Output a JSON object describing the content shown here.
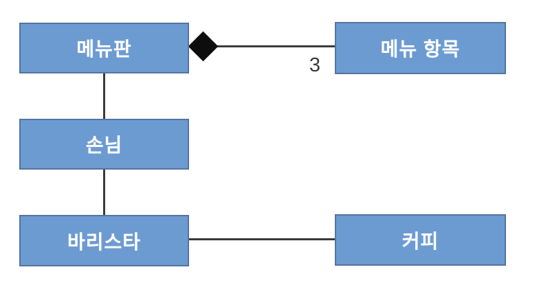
{
  "diagram": {
    "title": "coffee-shop-class-diagram",
    "colors": {
      "node_fill": "#6c9bd2",
      "node_border": "#54749f",
      "node_text": "#ffffff",
      "connector": "#3b3b3b",
      "diamond_fill": "#0d0d0d",
      "background": "#ffffff"
    },
    "nodes": [
      {
        "id": "menu-board",
        "label": "메뉴판"
      },
      {
        "id": "menu-item",
        "label": "메뉴 항목"
      },
      {
        "id": "customer",
        "label": "손님"
      },
      {
        "id": "barista",
        "label": "바리스타"
      },
      {
        "id": "coffee",
        "label": "커피"
      }
    ],
    "edges": [
      {
        "from": "menu-board",
        "to": "menu-item",
        "type": "composition",
        "diamond_end": "menu-board",
        "multiplicity": "3"
      },
      {
        "from": "menu-board",
        "to": "customer",
        "type": "association"
      },
      {
        "from": "customer",
        "to": "barista",
        "type": "association"
      },
      {
        "from": "barista",
        "to": "coffee",
        "type": "association"
      }
    ],
    "labels": {
      "multiplicity_3": "3"
    }
  }
}
